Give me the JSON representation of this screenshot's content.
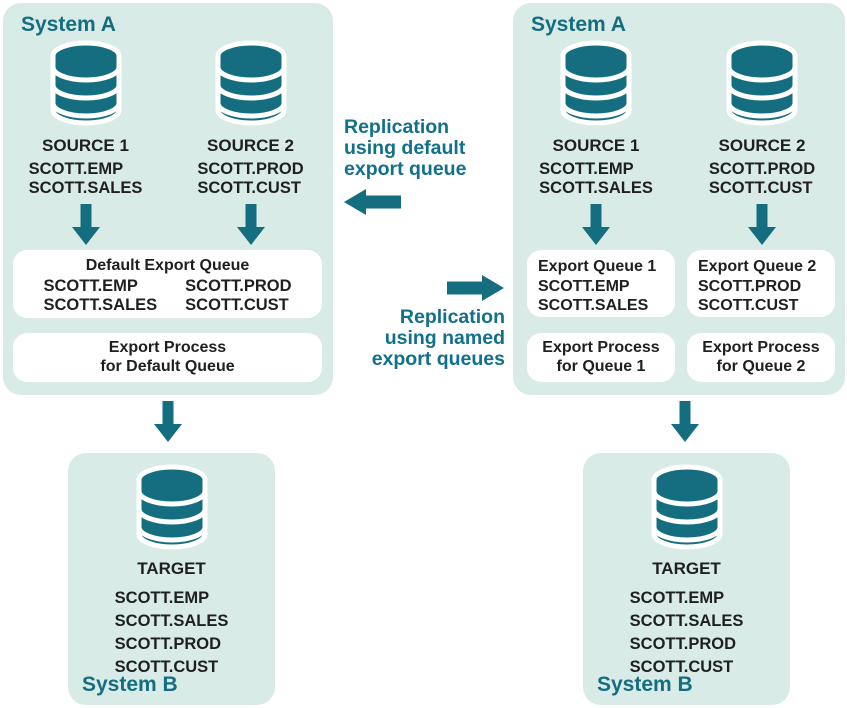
{
  "colors": {
    "accent": "#146E80",
    "panel_bg": "#D8EBE7",
    "box_bg": "#FFFFFF",
    "text": "#1F1F1F",
    "center_label": "#11708A"
  },
  "icons": [
    "database-icon",
    "down-arrow-icon",
    "left-arrow-icon",
    "right-arrow-icon"
  ],
  "center": {
    "default_label": {
      "line1": "Replication",
      "line2": "using default",
      "line3": "export queue"
    },
    "named_label": {
      "line1": "Replication",
      "line2": "using named",
      "line3": "export queues"
    }
  },
  "left_diagram": {
    "system_a": {
      "title": "System A",
      "sources": [
        {
          "name": "SOURCE 1",
          "tables": [
            "SCOTT.EMP",
            "SCOTT.SALES"
          ]
        },
        {
          "name": "SOURCE 2",
          "tables": [
            "SCOTT.PROD",
            "SCOTT.CUST"
          ]
        }
      ],
      "queue_box": {
        "title": "Default Export Queue",
        "col1": [
          "SCOTT.EMP",
          "SCOTT.SALES"
        ],
        "col2": [
          "SCOTT.PROD",
          "SCOTT.CUST"
        ]
      },
      "process_box": [
        "Export Process",
        "for Default Queue"
      ]
    },
    "system_b": {
      "title": "System B",
      "target": {
        "name": "TARGET",
        "tables": [
          "SCOTT.EMP",
          "SCOTT.SALES",
          "SCOTT.PROD",
          "SCOTT.CUST"
        ]
      }
    }
  },
  "right_diagram": {
    "system_a": {
      "title": "System A",
      "sources": [
        {
          "name": "SOURCE 1",
          "tables": [
            "SCOTT.EMP",
            "SCOTT.SALES"
          ]
        },
        {
          "name": "SOURCE 2",
          "tables": [
            "SCOTT.PROD",
            "SCOTT.CUST"
          ]
        }
      ],
      "queue_boxes": [
        {
          "title": "Export Queue 1",
          "tables": [
            "SCOTT.EMP",
            "SCOTT.SALES"
          ]
        },
        {
          "title": "Export Queue 2",
          "tables": [
            "SCOTT.PROD",
            "SCOTT.CUST"
          ]
        }
      ],
      "process_boxes": [
        [
          "Export Process",
          "for Queue 1"
        ],
        [
          "Export Process",
          "for Queue 2"
        ]
      ]
    },
    "system_b": {
      "title": "System B",
      "target": {
        "name": "TARGET",
        "tables": [
          "SCOTT.EMP",
          "SCOTT.SALES",
          "SCOTT.PROD",
          "SCOTT.CUST"
        ]
      }
    }
  }
}
